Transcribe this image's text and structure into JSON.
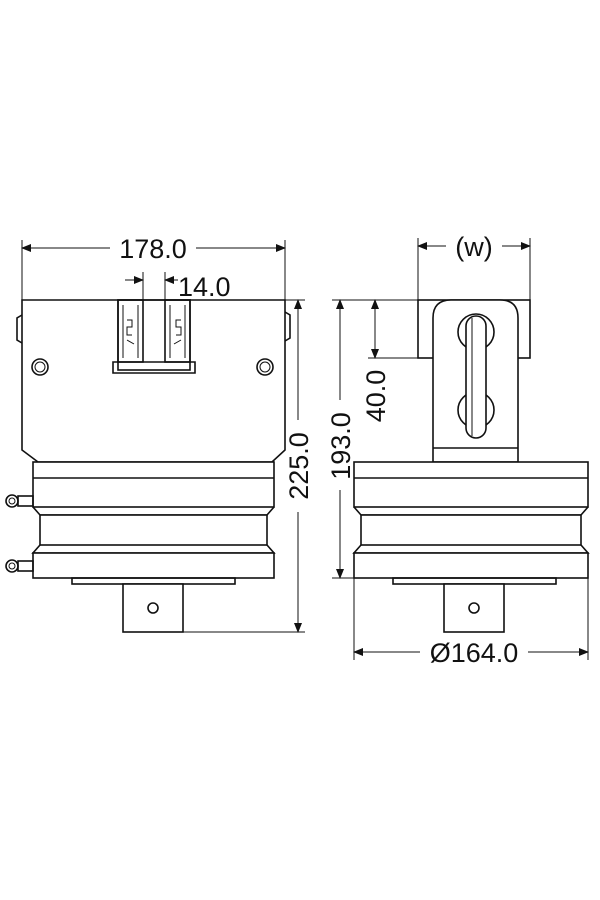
{
  "drawing": {
    "dimensions": {
      "overall_width": "178.0",
      "slot_width": "14.0",
      "total_height": "225.0",
      "body_height": "193.0",
      "bracket_height": "40.0",
      "bracket_width": "(w)",
      "diameter": "Ø164.0"
    },
    "line_color": "#111111",
    "background_color": "#ffffff"
  }
}
